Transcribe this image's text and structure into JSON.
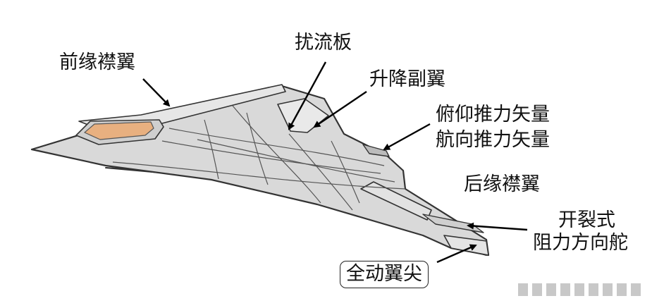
{
  "diagram": {
    "labels": {
      "spoiler": "扰流板",
      "leading_edge_flap": "前缘襟翼",
      "elevon": "升降副翼",
      "pitch_thrust_vector": "俯仰推力矢量",
      "yaw_thrust_vector": "航向推力矢量",
      "trailing_edge_flap": "后缘襟翼",
      "split_rudder_line1": "开裂式",
      "split_rudder_line2": "阻力方向舵",
      "all_moving_wingtip": "全动翼尖"
    },
    "colors": {
      "fuselage_fill": "#d9d9d9",
      "canopy_fill": "#e8b080",
      "outline": "#333333",
      "pointer": "#000000"
    }
  }
}
